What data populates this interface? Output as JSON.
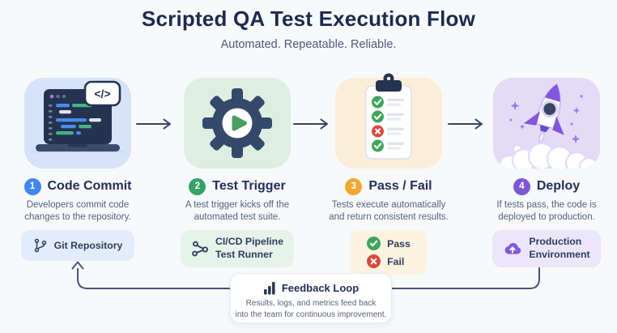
{
  "header": {
    "title": "Scripted QA Test Execution Flow",
    "subtitle": "Automated. Repeatable. Reliable."
  },
  "steps": [
    {
      "number": "1",
      "title": "Code Commit",
      "desc": [
        "Developers commit code",
        "changes to the repository."
      ],
      "badge_lines": [
        "Git Repository"
      ],
      "badge_icon": "git-branch-icon",
      "code_badge": "</>",
      "accent": "#3f87ee",
      "tile_bg": "#d6e3f8",
      "badge_bg": "#e2ecfa"
    },
    {
      "number": "2",
      "title": "Test Trigger",
      "desc": [
        "A test trigger kicks off the",
        "automated test suite."
      ],
      "badge_lines": [
        "CI/CD Pipeline",
        "Test Runner"
      ],
      "badge_icon": "pipeline-nodes-icon",
      "accent": "#35a266",
      "tile_bg": "#dfeee3",
      "badge_bg": "#e7f3ea"
    },
    {
      "number": "3",
      "title": "Pass / Fail",
      "desc": [
        "Tests execute automatically",
        "and return consistent results."
      ],
      "badge_items": [
        {
          "icon": "check-circle-icon",
          "label": "Pass",
          "color": "#3fa45c"
        },
        {
          "icon": "x-circle-icon",
          "label": "Fail",
          "color": "#da4a3f"
        }
      ],
      "accent": "#f0a831",
      "tile_bg": "#faeed8",
      "badge_bg": "#fdf3e1"
    },
    {
      "number": "4",
      "title": "Deploy",
      "desc": [
        "If tests pass, the code is",
        "deployed to production."
      ],
      "badge_lines": [
        "Production",
        "Environment"
      ],
      "badge_icon": "cloud-upload-icon",
      "accent": "#7d57d6",
      "tile_bg": "#e4dcf7",
      "badge_bg": "#ece6fa"
    }
  ],
  "feedback": {
    "title": "Feedback Loop",
    "desc": [
      "Results, logs, and metrics feed back",
      "into the team for continuous improvement."
    ],
    "icon": "bar-chart-icon"
  },
  "colors": {
    "background": "#f7f9fb",
    "heading": "#1c2a4e",
    "body_text": "#55627d",
    "connector": "#44547a"
  }
}
